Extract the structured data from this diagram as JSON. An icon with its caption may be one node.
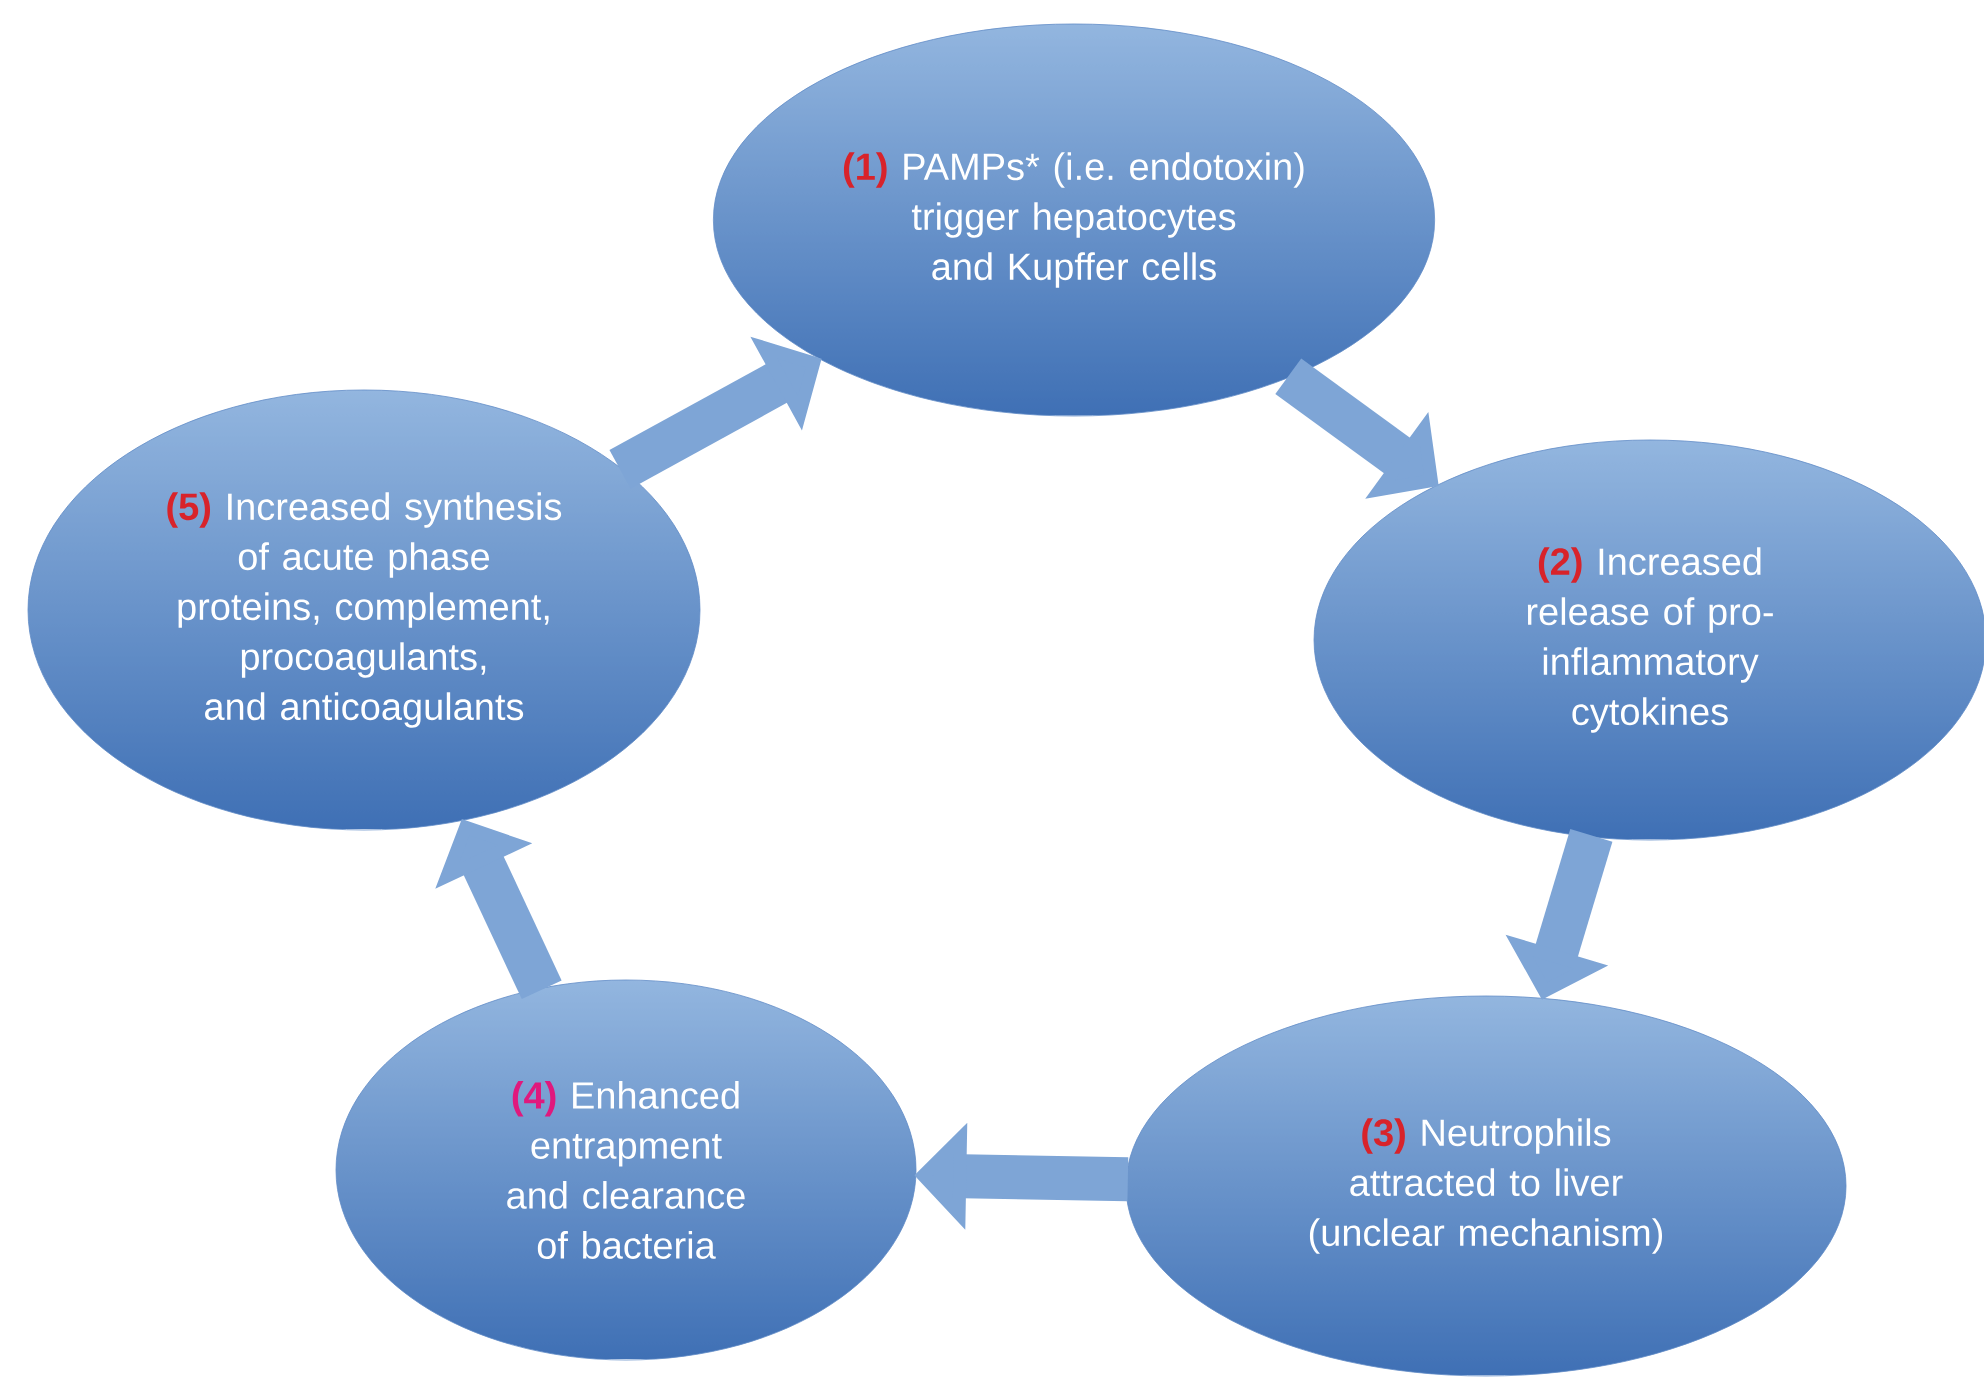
{
  "diagram": {
    "nodes": [
      {
        "text": [
          "(1)",
          "PAMPs* (i.e. endotoxin) trigger hepatocytes and Kupffer cells"
        ]
      },
      {
        "text": [
          "(2)",
          "Increased release of pro-inflammatory cytokines"
        ]
      },
      {
        "text": [
          "(3)",
          "Neutrophils attracted to liver (unclear mechanism)"
        ]
      },
      {
        "text": [
          "(4)",
          "Enhanced entrapment and clearance of bacteria"
        ]
      },
      {
        "text": [
          "(5)",
          "Increased synthesis of acute phase proteins, complement, procoagulants, and anticoagulants"
        ]
      }
    ],
    "edges": [
      {
        "from": 0,
        "to": 1,
        "arrow": "to"
      },
      {
        "from": 1,
        "to": 2,
        "arrow": "to"
      },
      {
        "from": 2,
        "to": 3,
        "arrow": "to"
      },
      {
        "from": 3,
        "to": 4,
        "arrow": "to"
      },
      {
        "from": 4,
        "to": 0,
        "arrow": "to"
      }
    ]
  }
}
